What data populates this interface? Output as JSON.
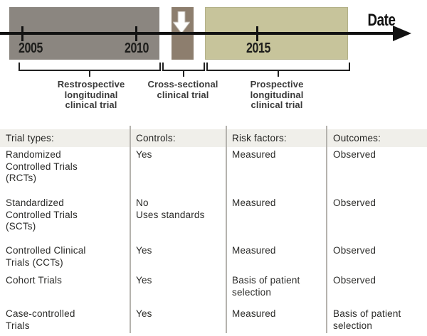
{
  "timeline": {
    "date_label": "Date",
    "years": [
      "2005",
      "2010",
      "2015"
    ],
    "axis_color": "#121212",
    "segments": [
      {
        "name": "retrospective-longitudinal",
        "label": "Restrospective\nlongitudinal\nclinical trial",
        "box_color": "#8b8680"
      },
      {
        "name": "cross-sectional",
        "label": "Cross-sectional\nclinical trial",
        "box_color": "#8d7e6e"
      },
      {
        "name": "prospective-longitudinal",
        "label": "Prospective\nlongitudinal\nclinical trial",
        "box_color": "#c7c49b"
      }
    ],
    "icons": {
      "down_arrow": "white down-arrow marker on cross-sectional box"
    }
  },
  "table": {
    "header_band_color": "#f0efea",
    "divider_color": "#b5b3ae",
    "headers": [
      "Trial types:",
      "Controls:",
      "Risk factors:",
      "Outcomes:"
    ],
    "rows": [
      [
        "Randomized\nControlled Trials\n(RCTs)",
        "Yes",
        "Measured",
        "Observed"
      ],
      [
        "Standardized\nControlled Trials\n(SCTs)",
        "No\nUses standards",
        "Measured",
        "Observed"
      ],
      [
        "Controlled Clinical\nTrials (CCTs)",
        "Yes",
        "Measured",
        "Observed"
      ],
      [
        "Cohort Trials",
        "Yes",
        "Basis of patient\nselection",
        "Observed"
      ],
      [
        "Case-controlled\nTrials",
        "Yes",
        "Measured",
        "Basis of patient\nselection"
      ]
    ]
  }
}
